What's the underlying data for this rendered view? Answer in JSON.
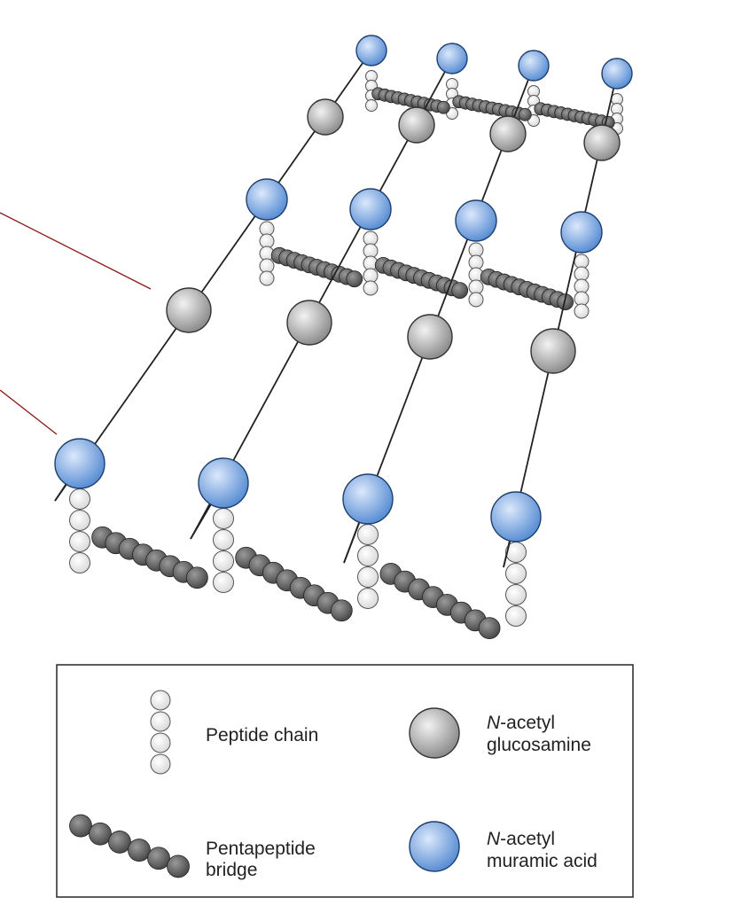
{
  "colors": {
    "nam": "#5b8fd4",
    "nam_highlight": "#dbe8fb",
    "nag": "#8e8e8e",
    "nag_highlight": "#f2f2f2",
    "bridge": "#4a4a4a",
    "peptide": "#e6e6e6",
    "backbone": "#222222",
    "pointer": "#8b1a1a"
  },
  "icons": {
    "nam": "blue-sphere-icon",
    "nag": "grey-sphere-icon",
    "peptide": "white-bead-chain-icon",
    "bridge": "dark-bead-chain-icon"
  },
  "legend": {
    "peptide_chain": "Peptide chain",
    "nag_prefix": "N",
    "nag_rest_line1": "-acetyl",
    "nag_line2": "glucosamine",
    "bridge_line1": "Pentapeptide",
    "bridge_line2": "bridge",
    "nam_prefix": "N",
    "nam_rest_line1": "-acetyl",
    "nam_line2": "muramic acid"
  }
}
